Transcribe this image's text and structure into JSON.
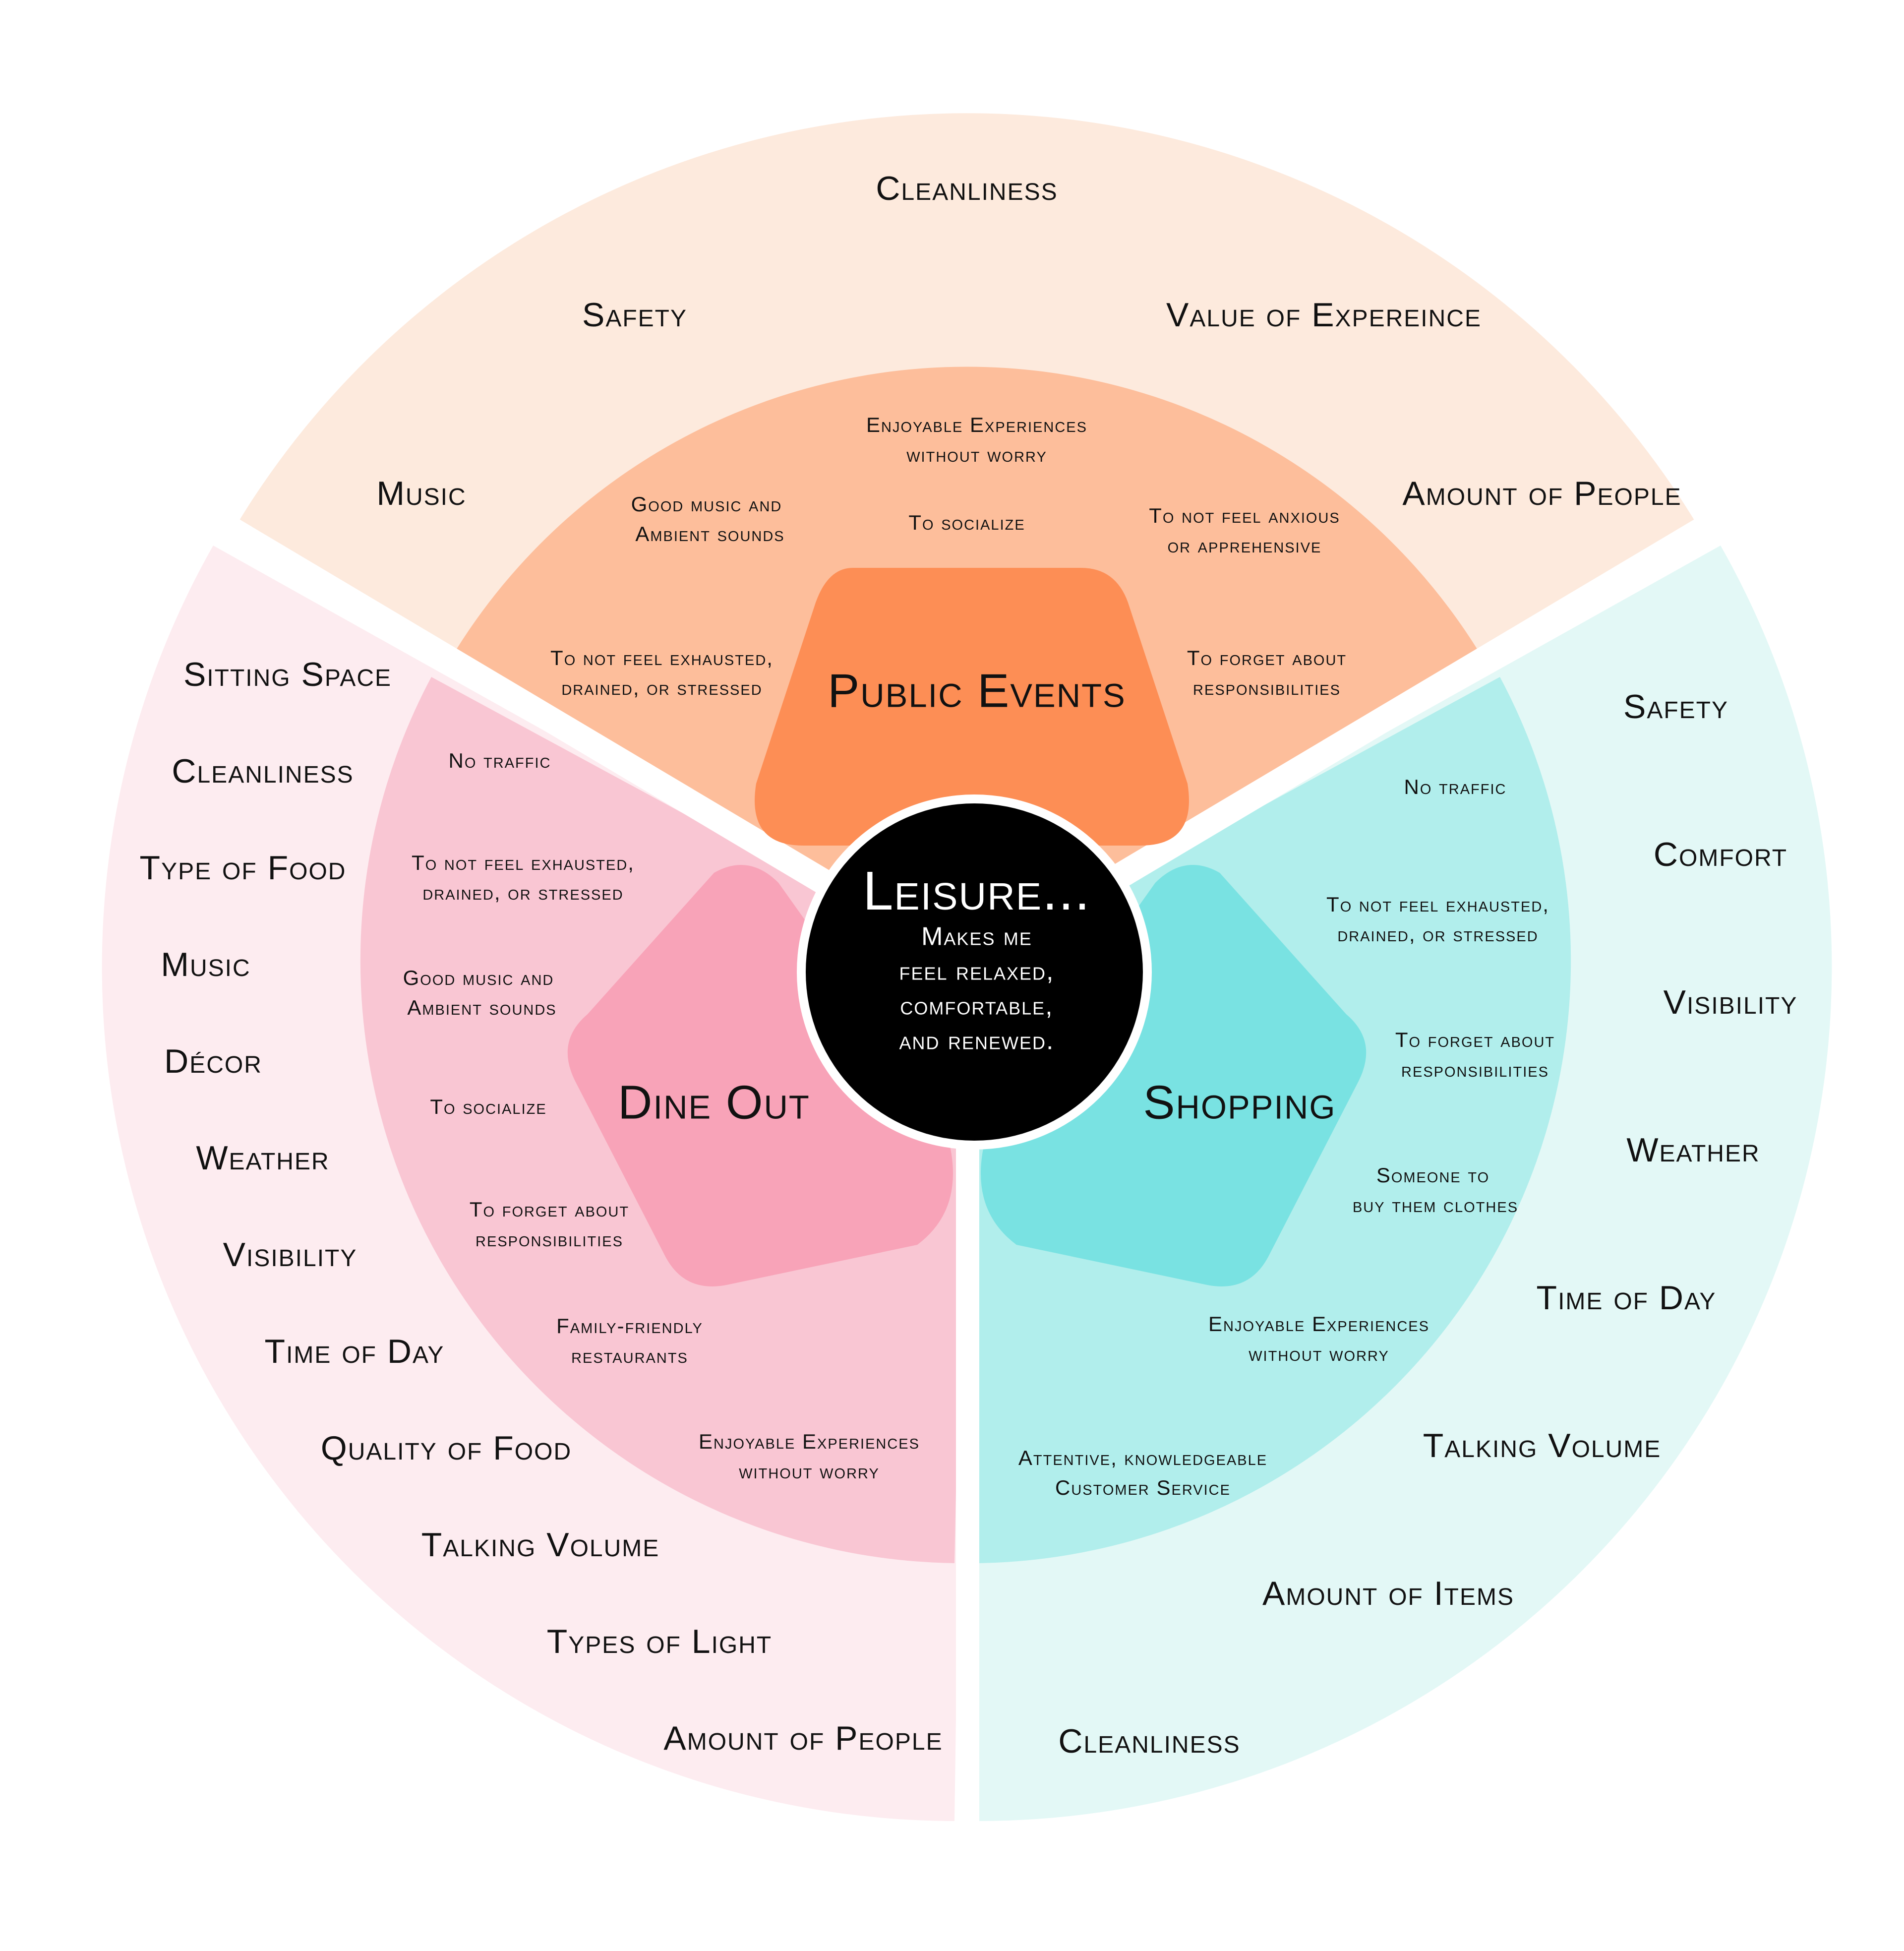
{
  "center": {
    "title": "Leisure...",
    "subtitle_lines": [
      "Makes me",
      "feel relaxed,",
      "comfortable,",
      "and renewed."
    ]
  },
  "colors": {
    "public_outer": "#FDEADD",
    "public_inner": "#FDBE9B",
    "public_core": "#FD8E55",
    "dine_outer": "#FDECF0",
    "dine_inner": "#F9C6D3",
    "dine_core": "#F8A3B8",
    "shop_outer": "#E3F8F6",
    "shop_inner": "#B1EEEC",
    "shop_core": "#79E2E2",
    "center_fill": "#000000"
  },
  "segments": {
    "public_events": {
      "title": "Public Events",
      "inner": [
        [
          "Enjoyable Experiences",
          "without worry"
        ],
        [
          "Good music and",
          "Ambient sounds"
        ],
        [
          "To socialize"
        ],
        [
          "To not feel anxious",
          "or apprehensive"
        ],
        [
          "To not feel exhausted,",
          "drained, or stressed"
        ],
        [
          "To forget about",
          "responsibilities"
        ]
      ],
      "outer": [
        "Cleanliness",
        "Safety",
        "Value of Expereince",
        "Music",
        "Amount of People"
      ]
    },
    "dine_out": {
      "title": "Dine Out",
      "inner": [
        [
          "No traffic"
        ],
        [
          "To not feel exhausted,",
          "drained, or stressed"
        ],
        [
          "Good music and",
          "Ambient sounds"
        ],
        [
          "To socialize"
        ],
        [
          "To forget about",
          "responsibilities"
        ],
        [
          "Family-friendly",
          "restaurants"
        ],
        [
          "Enjoyable Experiences",
          "without worry"
        ]
      ],
      "outer": [
        "Sitting Space",
        "Cleanliness",
        "Type of Food",
        "Music",
        "Décor",
        "Weather",
        "Visibility",
        "Time of Day",
        "Quality of Food",
        "Talking Volume",
        "Types of Light",
        "Amount of People"
      ]
    },
    "shopping": {
      "title": "Shopping",
      "inner": [
        [
          "No traffic"
        ],
        [
          "To not feel exhausted,",
          "drained, or stressed"
        ],
        [
          "To forget about",
          "responsibilities"
        ],
        [
          "Someone to",
          "buy them clothes"
        ],
        [
          "Enjoyable Experiences",
          "without worry"
        ],
        [
          "Attentive, knowledgeable",
          "Customer Service"
        ]
      ],
      "outer": [
        "Safety",
        "Comfort",
        "Visibility",
        "Weather",
        "Time of Day",
        "Talking Volume",
        "Amount of Items",
        "Cleanliness"
      ]
    }
  }
}
